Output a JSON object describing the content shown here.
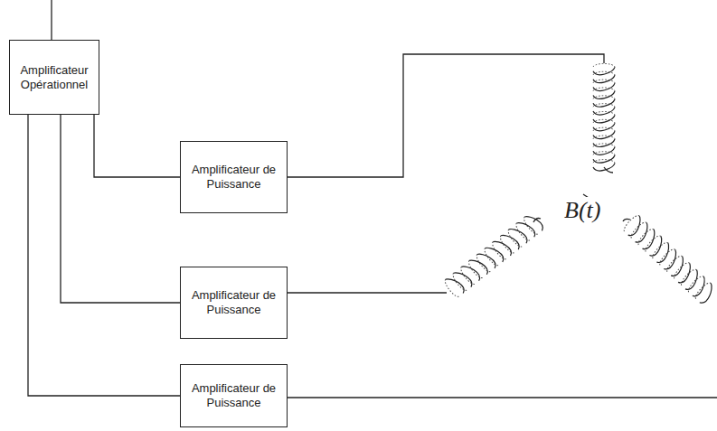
{
  "diagram": {
    "nodes": [
      {
        "text": [
          "Amplificateur Opérationnel"
        ]
      },
      {
        "text": [
          "Amplificateur de Puissance"
        ]
      },
      {
        "text": [
          "Amplificateur de Puissance"
        ]
      },
      {
        "text": [
          "Amplificateur de Puissance"
        ]
      }
    ],
    "edges": [
      {
        "from": 0,
        "to": 1,
        "arrow": "none"
      },
      {
        "from": 0,
        "to": 2,
        "arrow": "none"
      },
      {
        "from": 0,
        "to": 3,
        "arrow": "none"
      }
    ],
    "labels": [
      "B(t)"
    ]
  }
}
